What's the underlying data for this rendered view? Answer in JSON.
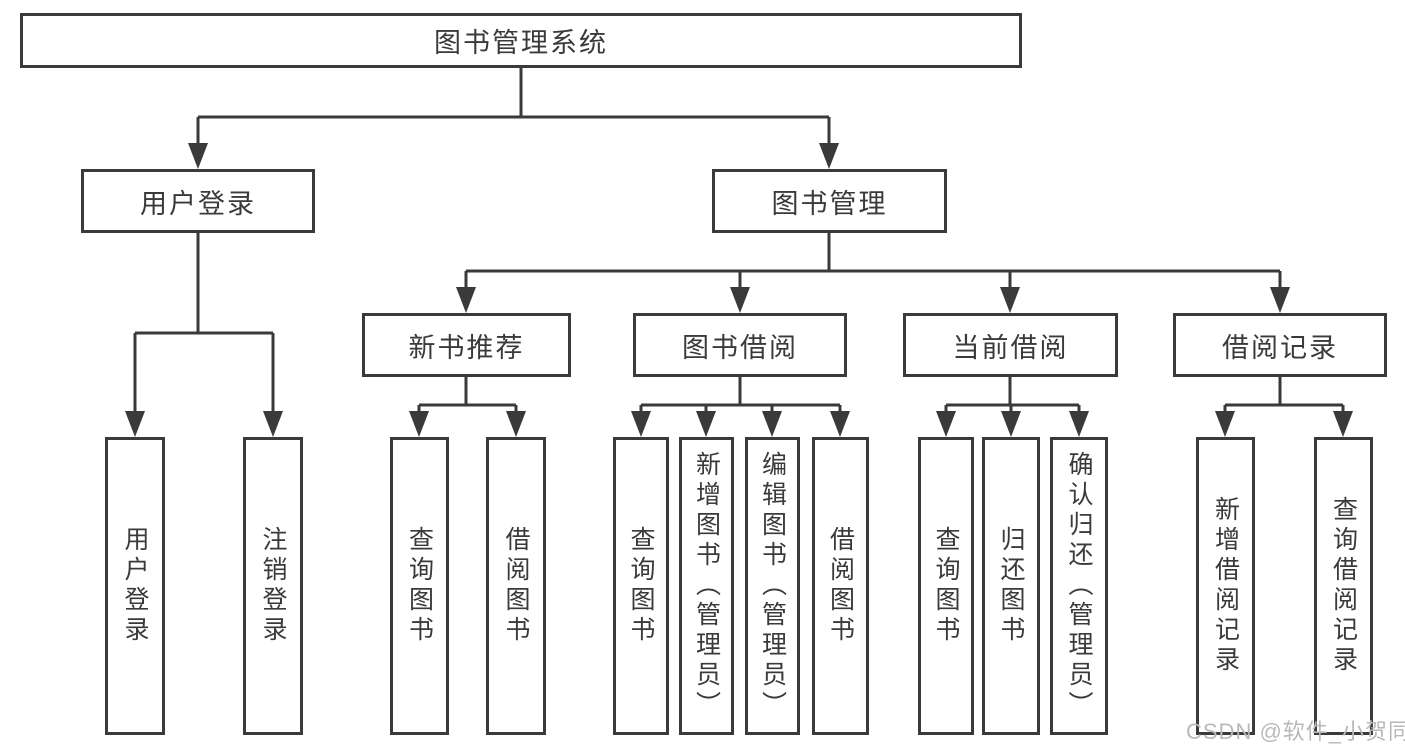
{
  "diagram_type": "functional-structure-tree",
  "colors": {
    "line": "#3a3a3a",
    "box_border": "#3a3a3a",
    "text": "#3a3a3a",
    "background": "#ffffff",
    "watermark": "#b9b9b9"
  },
  "tree": {
    "root": {
      "label": "图书管理系统",
      "children": [
        {
          "label": "用户登录",
          "children": [
            {
              "label": "用户登录"
            },
            {
              "label": "注销登录"
            }
          ]
        },
        {
          "label": "图书管理",
          "children": [
            {
              "label": "新书推荐",
              "children": [
                {
                  "label": "查询图书"
                },
                {
                  "label": "借阅图书"
                }
              ]
            },
            {
              "label": "图书借阅",
              "children": [
                {
                  "label": "查询图书"
                },
                {
                  "label": "新增图书（管理员）"
                },
                {
                  "label": "编辑图书（管理员）"
                },
                {
                  "label": "借阅图书"
                }
              ]
            },
            {
              "label": "当前借阅",
              "children": [
                {
                  "label": "查询图书"
                },
                {
                  "label": "归还图书"
                },
                {
                  "label": "确认归还（管理员）"
                }
              ]
            },
            {
              "label": "借阅记录",
              "children": [
                {
                  "label": "新增借阅记录"
                },
                {
                  "label": "查询借阅记录"
                }
              ]
            }
          ]
        }
      ]
    }
  },
  "watermark": {
    "text": "CSDN @软件_小贺同学"
  }
}
